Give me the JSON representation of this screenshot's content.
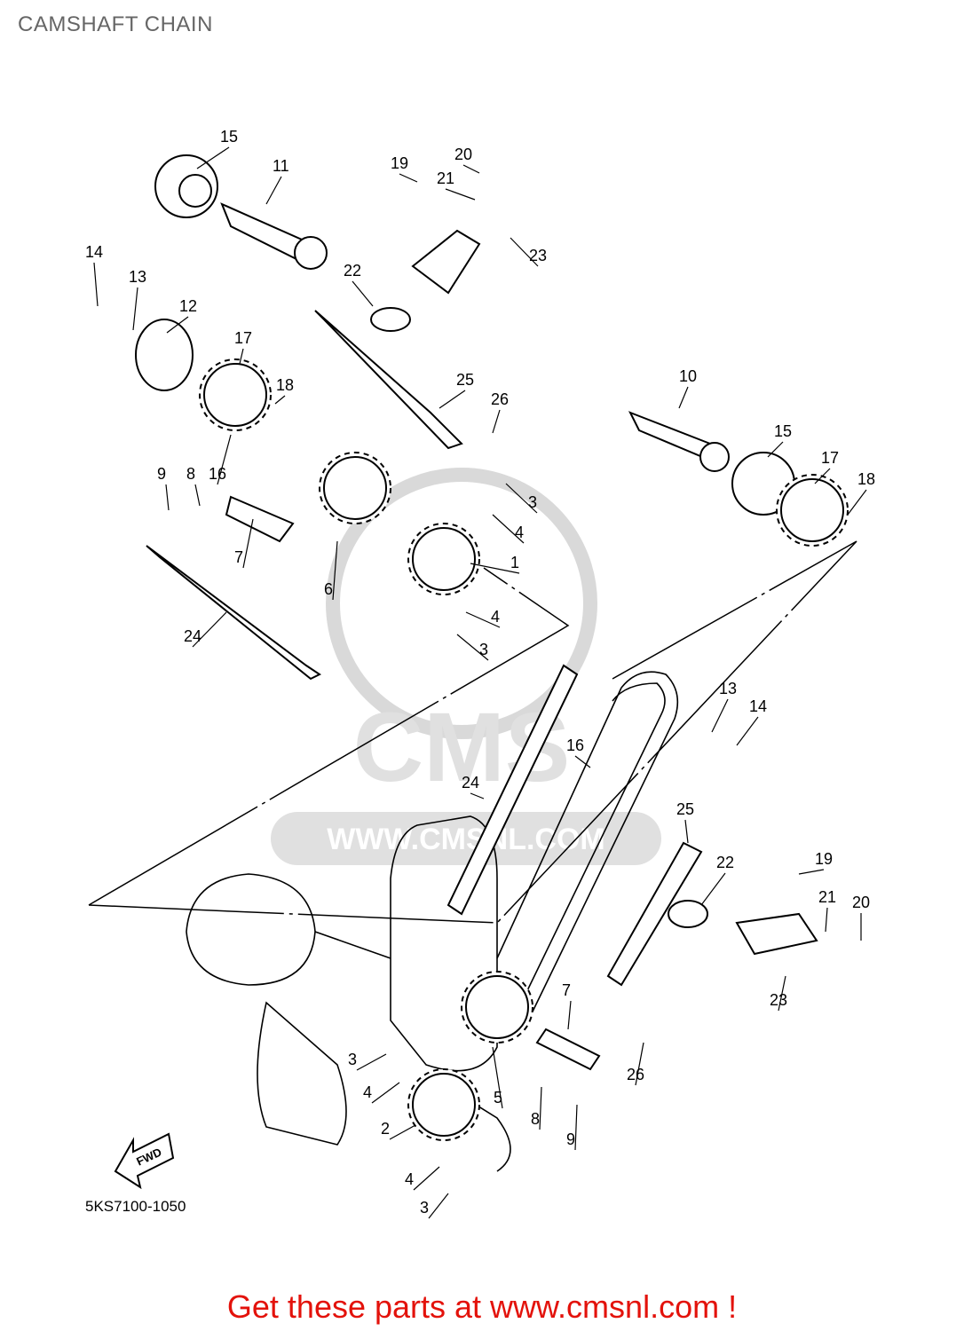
{
  "title": "CAMSHAFT CHAIN",
  "part_code": "5KS7100-1050",
  "cta": "Get these parts at www.cmsnl.com !",
  "fwd_label": "FWD",
  "watermark": {
    "letters": "CMS",
    "url": "WWW.CMSNL.COM"
  },
  "colors": {
    "cta": "#e3120b",
    "title": "#666666",
    "watermark": "#d9d9d9"
  },
  "callouts": [
    {
      "id": "c15a",
      "text": "15"
    },
    {
      "id": "c11",
      "text": "11"
    },
    {
      "id": "c19a",
      "text": "19"
    },
    {
      "id": "c20a",
      "text": "20"
    },
    {
      "id": "c21a",
      "text": "21"
    },
    {
      "id": "c23a",
      "text": "23"
    },
    {
      "id": "c14a",
      "text": "14"
    },
    {
      "id": "c13a",
      "text": "13"
    },
    {
      "id": "c12",
      "text": "12"
    },
    {
      "id": "c22a",
      "text": "22"
    },
    {
      "id": "c17a",
      "text": "17"
    },
    {
      "id": "c18a",
      "text": "18"
    },
    {
      "id": "c25a",
      "text": "25"
    },
    {
      "id": "c26a",
      "text": "26"
    },
    {
      "id": "c10",
      "text": "10"
    },
    {
      "id": "c15b",
      "text": "15"
    },
    {
      "id": "c17b",
      "text": "17"
    },
    {
      "id": "c18b",
      "text": "18"
    },
    {
      "id": "c9a",
      "text": "9"
    },
    {
      "id": "c8a",
      "text": "8"
    },
    {
      "id": "c16a",
      "text": "16"
    },
    {
      "id": "c3a",
      "text": "3"
    },
    {
      "id": "c4a",
      "text": "4"
    },
    {
      "id": "c1",
      "text": "1"
    },
    {
      "id": "c7a",
      "text": "7"
    },
    {
      "id": "c6",
      "text": "6"
    },
    {
      "id": "c4b",
      "text": "4"
    },
    {
      "id": "c3b",
      "text": "3"
    },
    {
      "id": "c24a",
      "text": "24"
    },
    {
      "id": "c13b",
      "text": "13"
    },
    {
      "id": "c14b",
      "text": "14"
    },
    {
      "id": "c16b",
      "text": "16"
    },
    {
      "id": "c24b",
      "text": "24"
    },
    {
      "id": "c25b",
      "text": "25"
    },
    {
      "id": "c22b",
      "text": "22"
    },
    {
      "id": "c19b",
      "text": "19"
    },
    {
      "id": "c21b",
      "text": "21"
    },
    {
      "id": "c20b",
      "text": "20"
    },
    {
      "id": "c7b",
      "text": "7"
    },
    {
      "id": "c23b",
      "text": "23"
    },
    {
      "id": "c26b",
      "text": "26"
    },
    {
      "id": "c3c",
      "text": "3"
    },
    {
      "id": "c4c",
      "text": "4"
    },
    {
      "id": "c5",
      "text": "5"
    },
    {
      "id": "c2",
      "text": "2"
    },
    {
      "id": "c8b",
      "text": "8"
    },
    {
      "id": "c9b",
      "text": "9"
    },
    {
      "id": "c4d",
      "text": "4"
    },
    {
      "id": "c3d",
      "text": "3"
    }
  ]
}
